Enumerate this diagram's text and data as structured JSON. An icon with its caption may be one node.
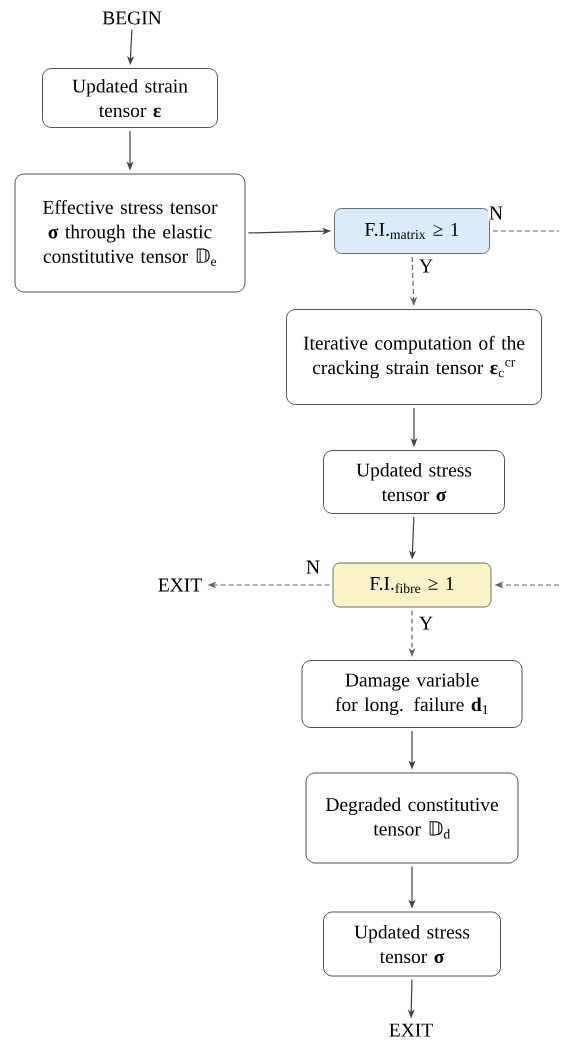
{
  "diagram": {
    "nodes": [
      {
        "text": [
          "BEGIN"
        ]
      },
      {
        "text": [
          "Updated strain tensor **ε**"
        ]
      },
      {
        "text": [
          "Effective stress tensor **σ** through the elastic constitutive tensor 𝔻$_{e}$"
        ]
      },
      {
        "text": [
          "F.I.$_{matrix}$ ≥ 1"
        ]
      },
      {
        "text": [
          "Iterative computation of the cracking strain tensor **ε**$_{c}$$^{cr}$"
        ]
      },
      {
        "text": [
          "Updated stress tensor **σ**"
        ]
      },
      {
        "text": [
          "F.I.$_{fibre}$ ≥ 1"
        ]
      },
      {
        "text": [
          "EXIT"
        ]
      },
      {
        "text": [
          "Damage variable for long. failure **d**$_{1}$"
        ]
      },
      {
        "text": [
          "Degraded constitutive tensor 𝔻$_{d}$"
        ]
      },
      {
        "text": [
          "Updated stress tensor **σ**"
        ]
      },
      {
        "text": [
          "EXIT"
        ]
      }
    ],
    "edges": [
      {
        "from": 0,
        "to": 1,
        "arrow": "to"
      },
      {
        "from": 1,
        "to": 2,
        "arrow": "to"
      },
      {
        "from": 2,
        "to": 3,
        "arrow": "to"
      },
      {
        "from": 3,
        "to": null,
        "arrow": "none",
        "label": "N",
        "style": "dashed"
      },
      {
        "from": 3,
        "to": 4,
        "arrow": "to",
        "label": "Y",
        "style": "dashed"
      },
      {
        "from": 4,
        "to": 5,
        "arrow": "to"
      },
      {
        "from": 5,
        "to": 6,
        "arrow": "to"
      },
      {
        "from": 6,
        "to": 7,
        "arrow": "to",
        "label": "N",
        "style": "dashed"
      },
      {
        "from": null,
        "to": 6,
        "arrow": "to",
        "style": "dashed"
      },
      {
        "from": 6,
        "to": 8,
        "arrow": "to",
        "label": "Y",
        "style": "dashed"
      },
      {
        "from": 8,
        "to": 9,
        "arrow": "to"
      },
      {
        "from": 9,
        "to": 10,
        "arrow": "to"
      },
      {
        "from": 10,
        "to": 11,
        "arrow": "to"
      }
    ]
  }
}
